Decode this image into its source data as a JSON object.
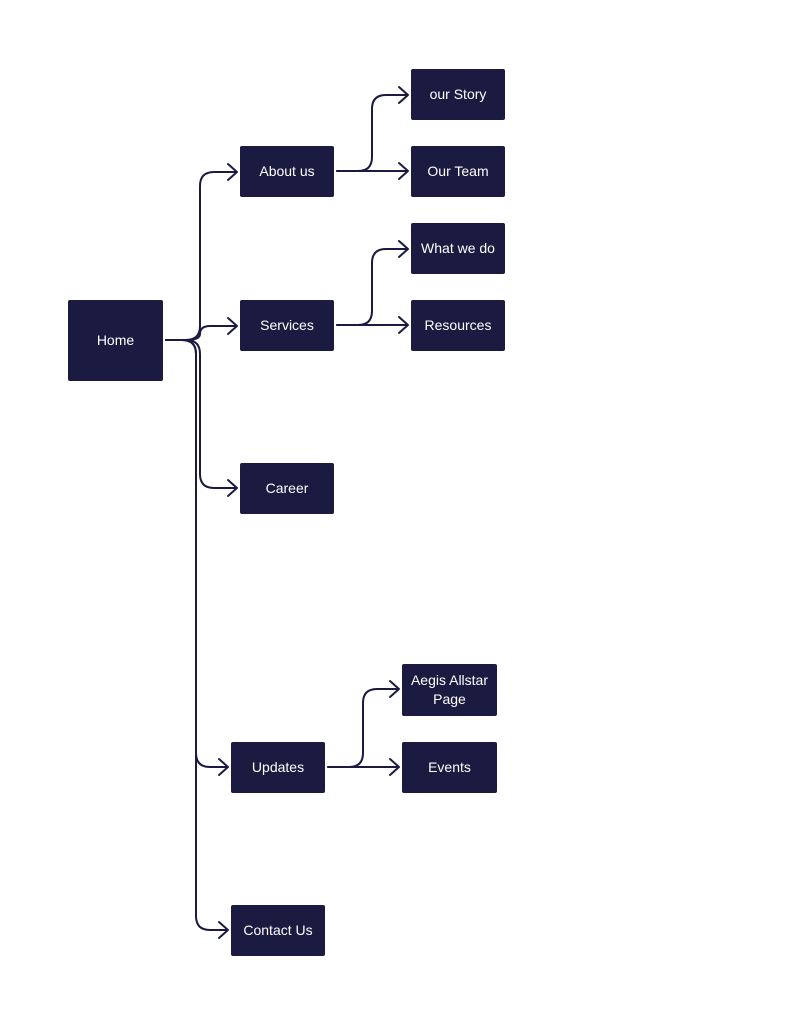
{
  "sitemap": {
    "home": "Home",
    "about_us": "About us",
    "our_story": "our Story",
    "our_team": "Our Team",
    "services": "Services",
    "what_we_do": "What we do",
    "resources": "Resources",
    "career": "Career",
    "updates": "Updates",
    "aegis_allstar": "Aegis Allstar Page",
    "events": "Events",
    "contact_us": "Contact Us"
  },
  "colors": {
    "node_fill": "#1b1a40",
    "node_text": "#ffffff",
    "connector": "#1b1a40"
  }
}
